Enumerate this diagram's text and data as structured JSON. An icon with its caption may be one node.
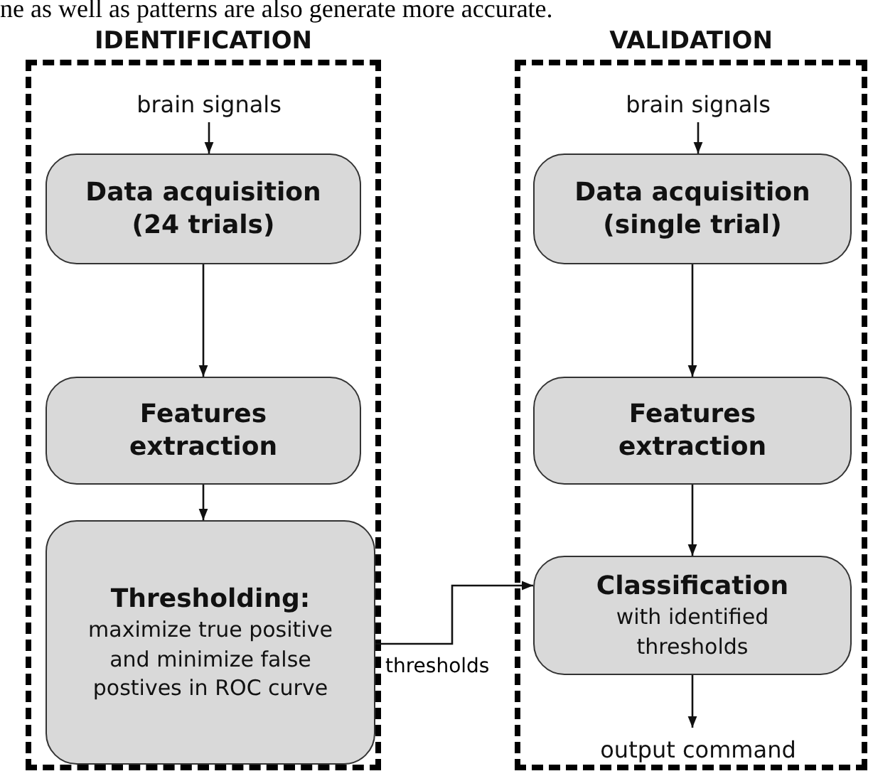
{
  "diagram": {
    "nodes": [
      {
        "text": [
          "IDENTIFICATION"
        ]
      },
      {
        "text": [
          "brain signals"
        ],
        "in": 0
      },
      {
        "text": [
          "Data acquisition (24 trials)"
        ],
        "in": 0
      },
      {
        "text": [
          "Features extraction"
        ],
        "in": 0
      },
      {
        "text": [
          "Thresholding:",
          "maximize true positive and minimize false postives in ROC curve"
        ],
        "in": 0
      },
      {
        "text": [
          "VALIDATION"
        ]
      },
      {
        "text": [
          "brain signals"
        ],
        "in": 5
      },
      {
        "text": [
          "Data acquisition (single trial)"
        ],
        "in": 5
      },
      {
        "text": [
          "Features extraction"
        ],
        "in": 5
      },
      {
        "text": [
          "Classification",
          "with identified thresholds"
        ],
        "in": 5
      },
      {
        "text": [
          "output command"
        ],
        "in": 5
      }
    ],
    "edges": [
      {
        "from": 1,
        "to": 2,
        "arrow": "to"
      },
      {
        "from": 2,
        "to": 3,
        "arrow": "to"
      },
      {
        "from": 3,
        "to": 4,
        "arrow": "to"
      },
      {
        "from": 6,
        "to": 7,
        "arrow": "to"
      },
      {
        "from": 7,
        "to": 8,
        "arrow": "to"
      },
      {
        "from": 8,
        "to": 9,
        "arrow": "to"
      },
      {
        "from": 9,
        "to": 10,
        "arrow": "to"
      },
      {
        "from": 4,
        "to": 9,
        "arrow": "to",
        "label": "thresholds"
      }
    ],
    "labels": [
      "ne as well as patterns are also generate more accurate."
    ]
  }
}
